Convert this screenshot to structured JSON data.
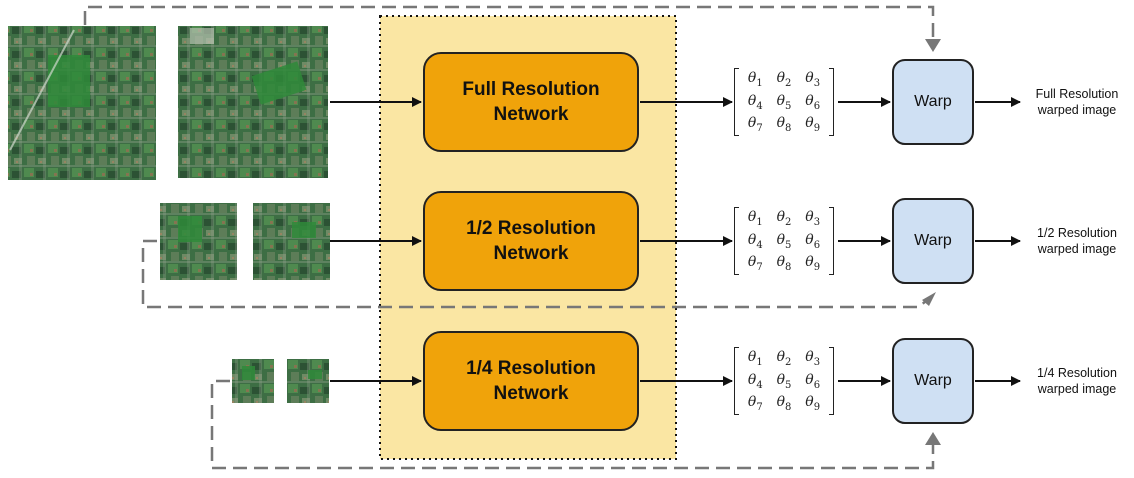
{
  "networks": [
    {
      "label": "Full Resolution\nNetwork"
    },
    {
      "label": "1/2 Resolution\nNetwork"
    },
    {
      "label": "1/4 Resolution\nNetwork"
    }
  ],
  "warp": {
    "label": "Warp"
  },
  "outputs": [
    {
      "label": "Full Resolution\nwarped image"
    },
    {
      "label": "1/2 Resolution\nwarped image"
    },
    {
      "label": "1/4 Resolution\nwarped image"
    }
  ],
  "matrix": {
    "symbol": "θ",
    "cells": [
      "1",
      "2",
      "3",
      "4",
      "5",
      "6",
      "7",
      "8",
      "9"
    ]
  },
  "colors": {
    "network_fill": "#f0a30a",
    "warp_fill": "#cfe0f3",
    "shared_region_fill": "#fae6a3",
    "dashed_line": "#777777",
    "satellite_green": "#3f7a45"
  }
}
